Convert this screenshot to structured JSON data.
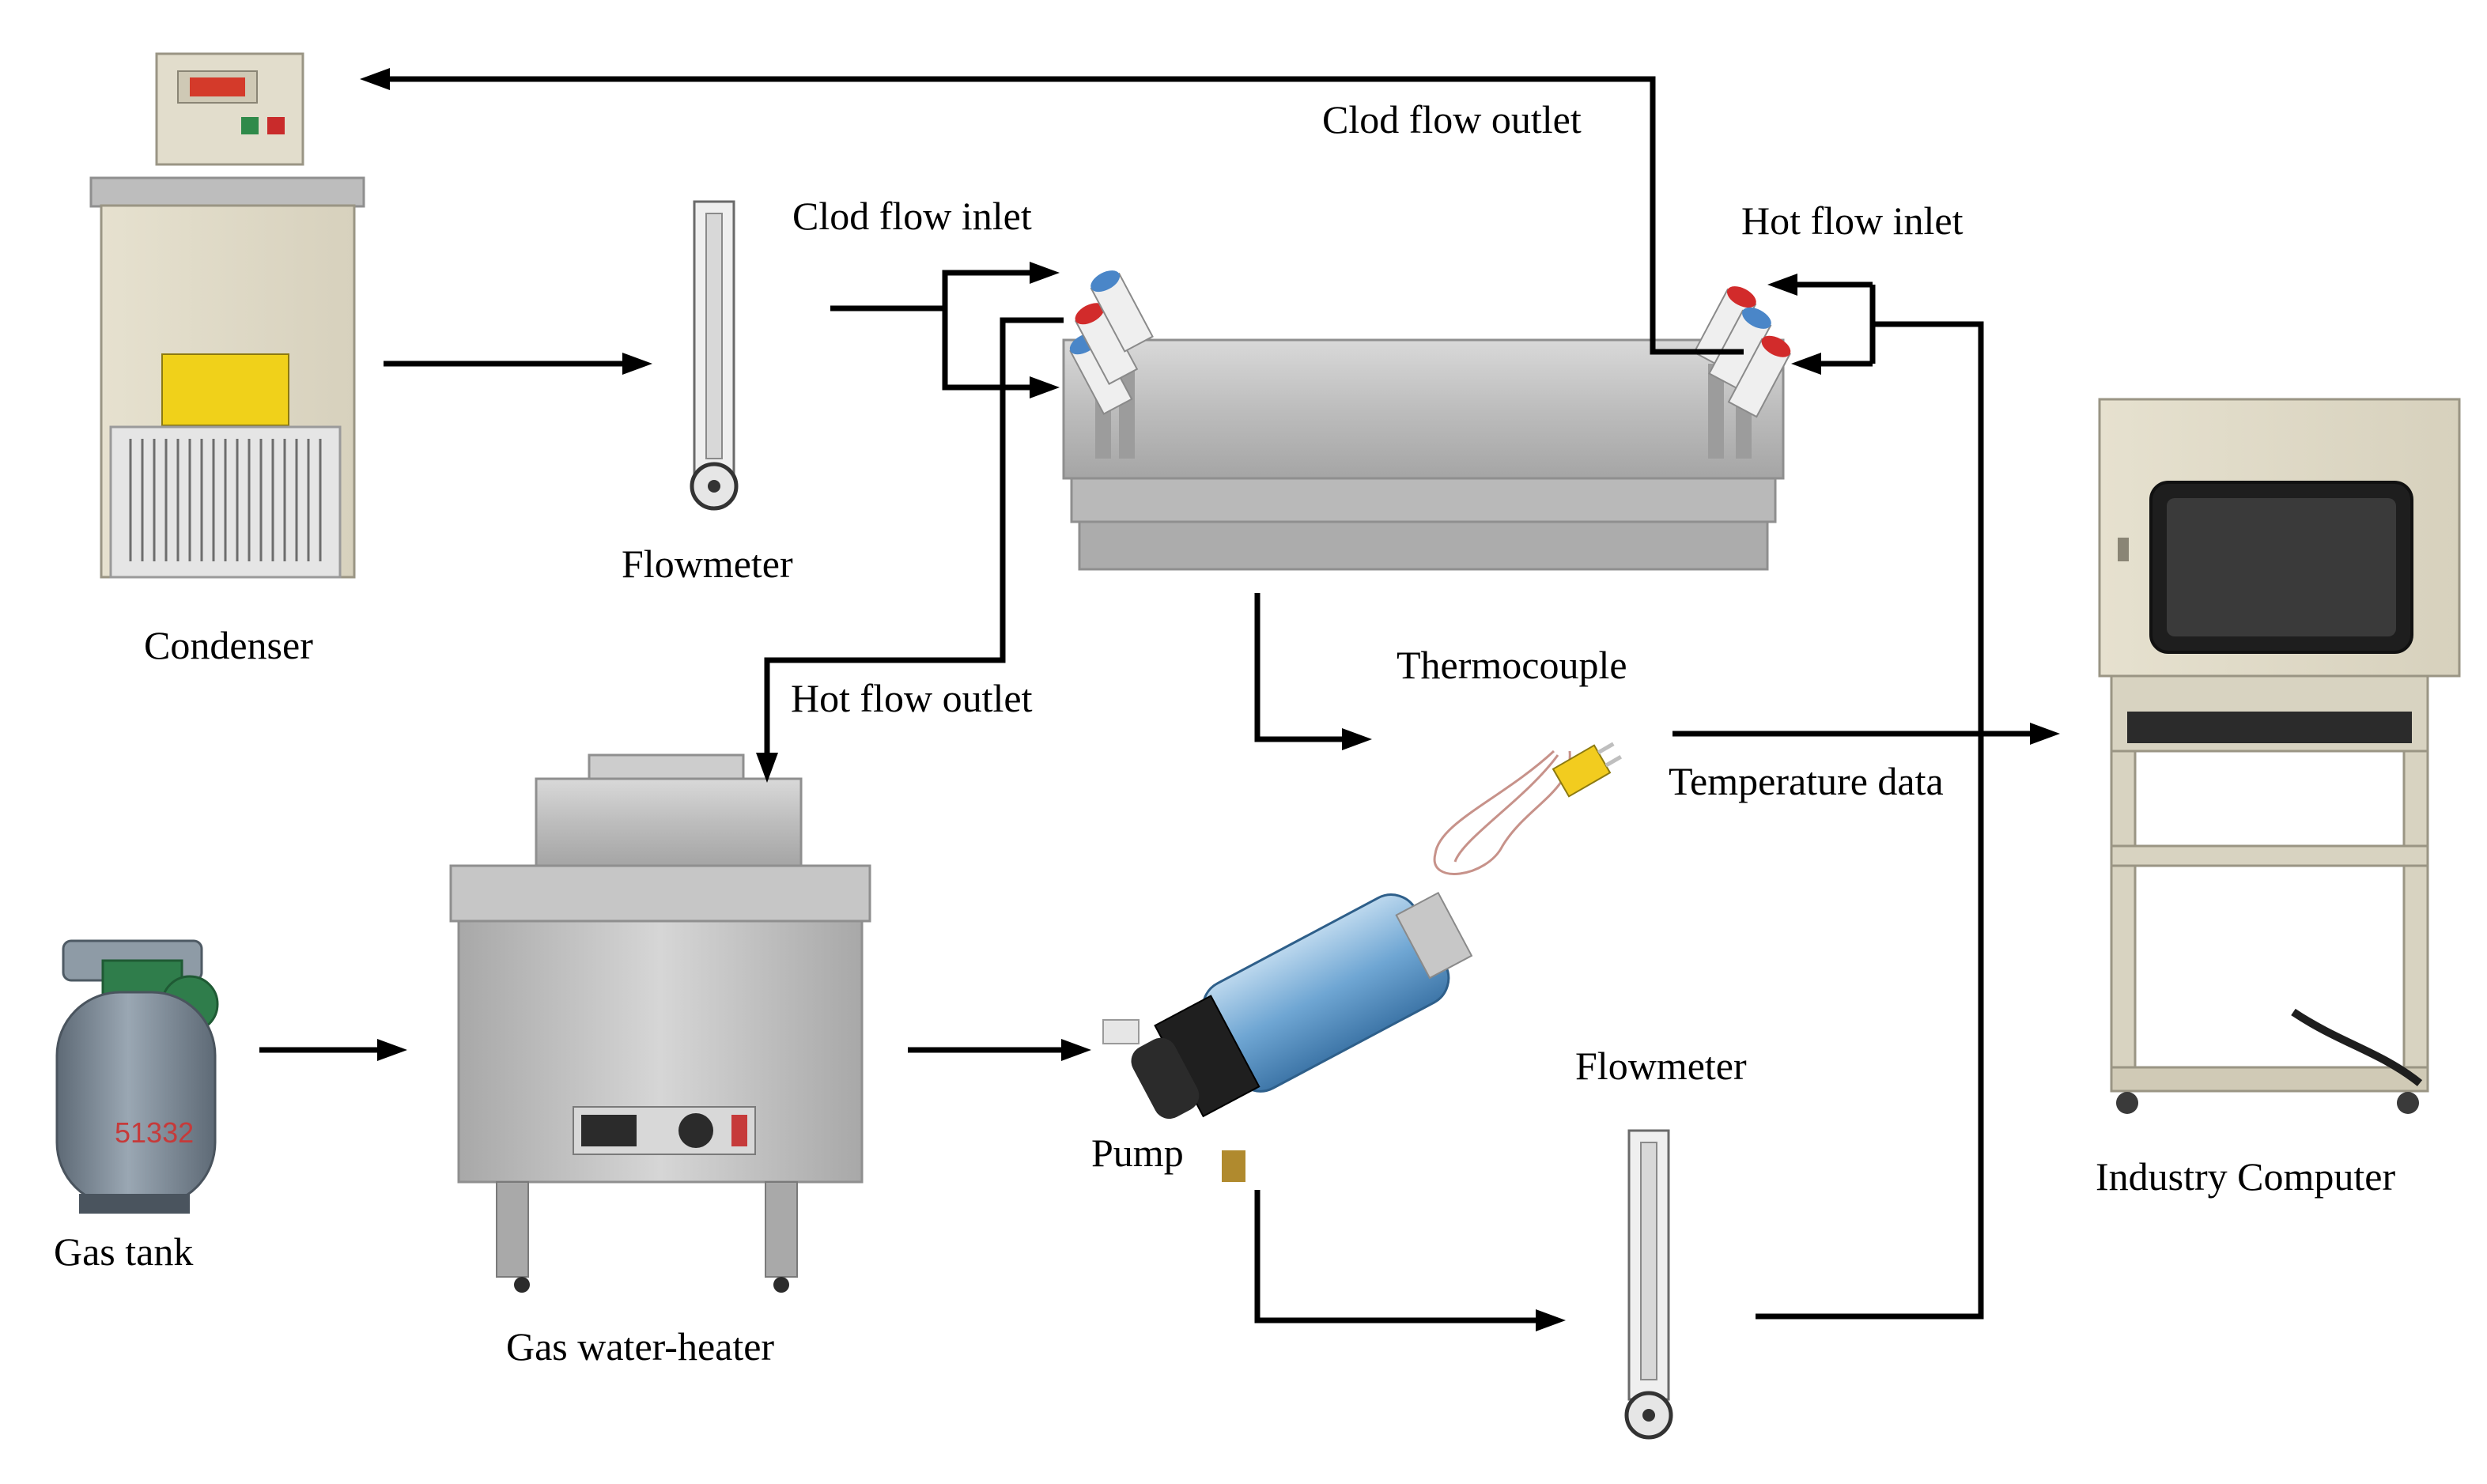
{
  "diagram": {
    "labels": {
      "condenser": "Condenser",
      "flowmeter_top": "Flowmeter",
      "cold_inlet": "Clod flow inlet",
      "cold_outlet": "Clod flow outlet",
      "hot_inlet": "Hot flow inlet",
      "hot_outlet": "Hot flow outlet",
      "thermocouple": "Thermocouple",
      "temperature_data": "Temperature data",
      "industry_computer": "Industry Computer",
      "gas_tank": "Gas tank",
      "gas_water_heater": "Gas water-heater",
      "pump": "Pump",
      "flowmeter_bottom": "Flowmeter"
    },
    "colors": {
      "line": "#000000",
      "metal": "#c9c9c9",
      "cream": "#e8e2cf",
      "cap_blue": "#4a86c8",
      "cap_red": "#d22b2b",
      "gas_tank": "#7e8c99",
      "regulator": "#2f7d4b",
      "pump_body": "#7fb3d9",
      "thermocouple_plug": "#f2cc1f"
    }
  }
}
